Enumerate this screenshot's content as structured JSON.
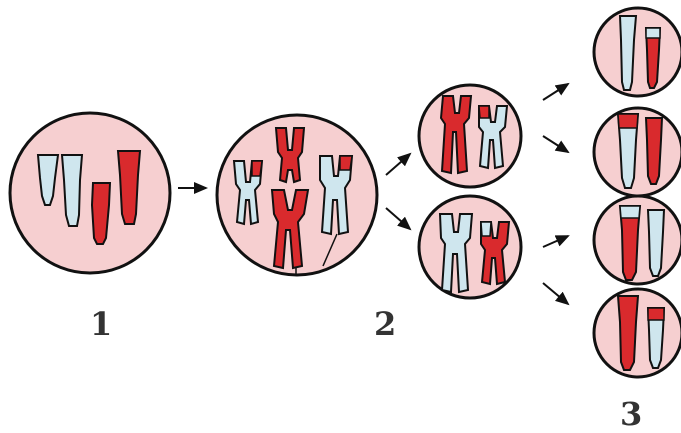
{
  "labels": {
    "stage1": "1",
    "stage2": "2",
    "stage3": "3"
  },
  "colors": {
    "cell_fill": "#f6cfd0",
    "cell_outline": "#111111",
    "maternal_red": "#d92a2d",
    "paternal_blue": "#cfe6ee",
    "arrow": "#111111"
  },
  "icons": {
    "cell": "circle-cell",
    "chromosome": "chromosome-shape",
    "arrow": "right-arrow"
  }
}
